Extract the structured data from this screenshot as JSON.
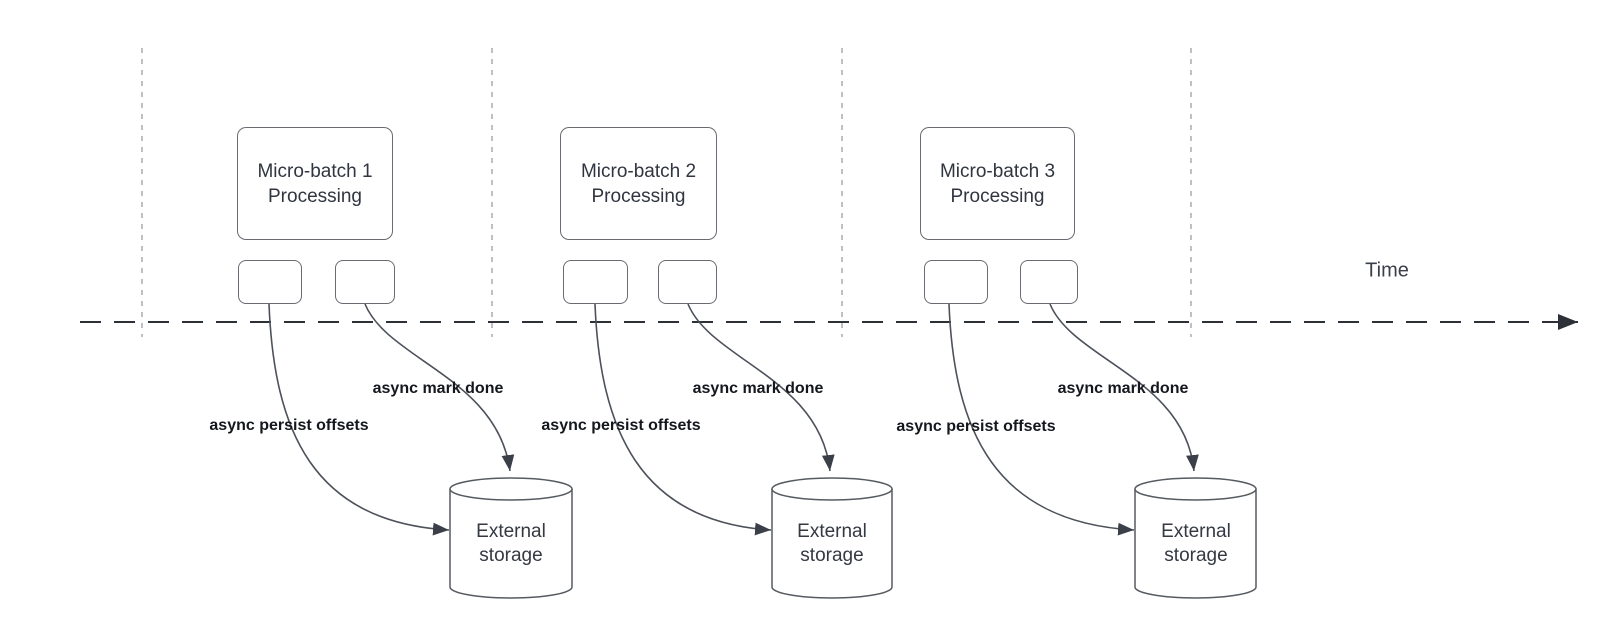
{
  "diagram": {
    "time_label": "Time",
    "batches": [
      {
        "name": "Micro-batch 1",
        "subtitle": "Processing",
        "persist_label": "async persist offsets",
        "mark_done_label": "async mark done",
        "storage_line1": "External",
        "storage_line2": "storage"
      },
      {
        "name": "Micro-batch 2",
        "subtitle": "Processing",
        "persist_label": "async persist offsets",
        "mark_done_label": "async mark done",
        "storage_line1": "External",
        "storage_line2": "storage"
      },
      {
        "name": "Micro-batch 3",
        "subtitle": "Processing",
        "persist_label": "async persist offsets",
        "mark_done_label": "async mark done",
        "storage_line1": "External",
        "storage_line2": "storage"
      }
    ],
    "colors": {
      "connector": "#4c515a",
      "arrowhead": "#3a3f48",
      "timeline": "#2d3036",
      "guide_dash": "#aaabae",
      "shape_border": "#686b70",
      "shape_text": "#303540",
      "label_text": "#14171d"
    }
  }
}
